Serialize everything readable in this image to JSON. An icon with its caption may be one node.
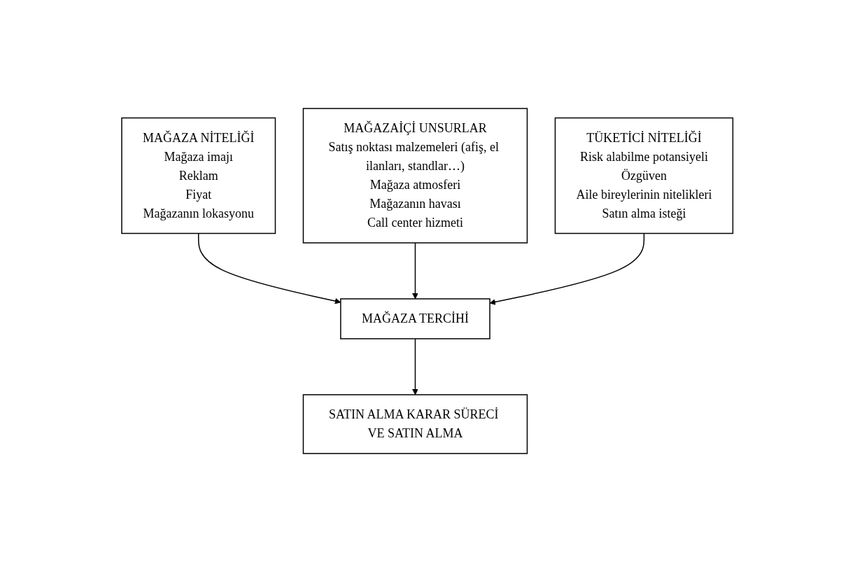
{
  "diagram": {
    "nodes": [
      {
        "text": [
          "MAĞAZA NİTELİĞİ",
          "Mağaza imajı",
          "Reklam",
          "Fiyat",
          "Mağazanın lokasyonu"
        ]
      },
      {
        "text": [
          "MAĞAZAİÇİ UNSURLAR",
          "Satış noktası malzemeleri (afiş, el ilanları, standlar…)",
          "Mağaza atmosferi",
          "Mağazanın havası",
          "Call center hizmeti"
        ]
      },
      {
        "text": [
          "TÜKETİCİ NİTELİĞİ",
          "Risk alabilme potansiyeli",
          "Özgüven",
          "Aile bireylerinin nitelikleri",
          "Satın alma isteği"
        ]
      },
      {
        "text": [
          "MAĞAZA TERCİHİ"
        ]
      },
      {
        "text": [
          "SATIN ALMA KARAR SÜRECİ VE SATIN ALMA"
        ]
      }
    ],
    "edges": [
      {
        "from": 0,
        "to": 3,
        "arrow": "to"
      },
      {
        "from": 1,
        "to": 3,
        "arrow": "to"
      },
      {
        "from": 2,
        "to": 3,
        "arrow": "to"
      },
      {
        "from": 3,
        "to": 4,
        "arrow": "to"
      }
    ]
  }
}
